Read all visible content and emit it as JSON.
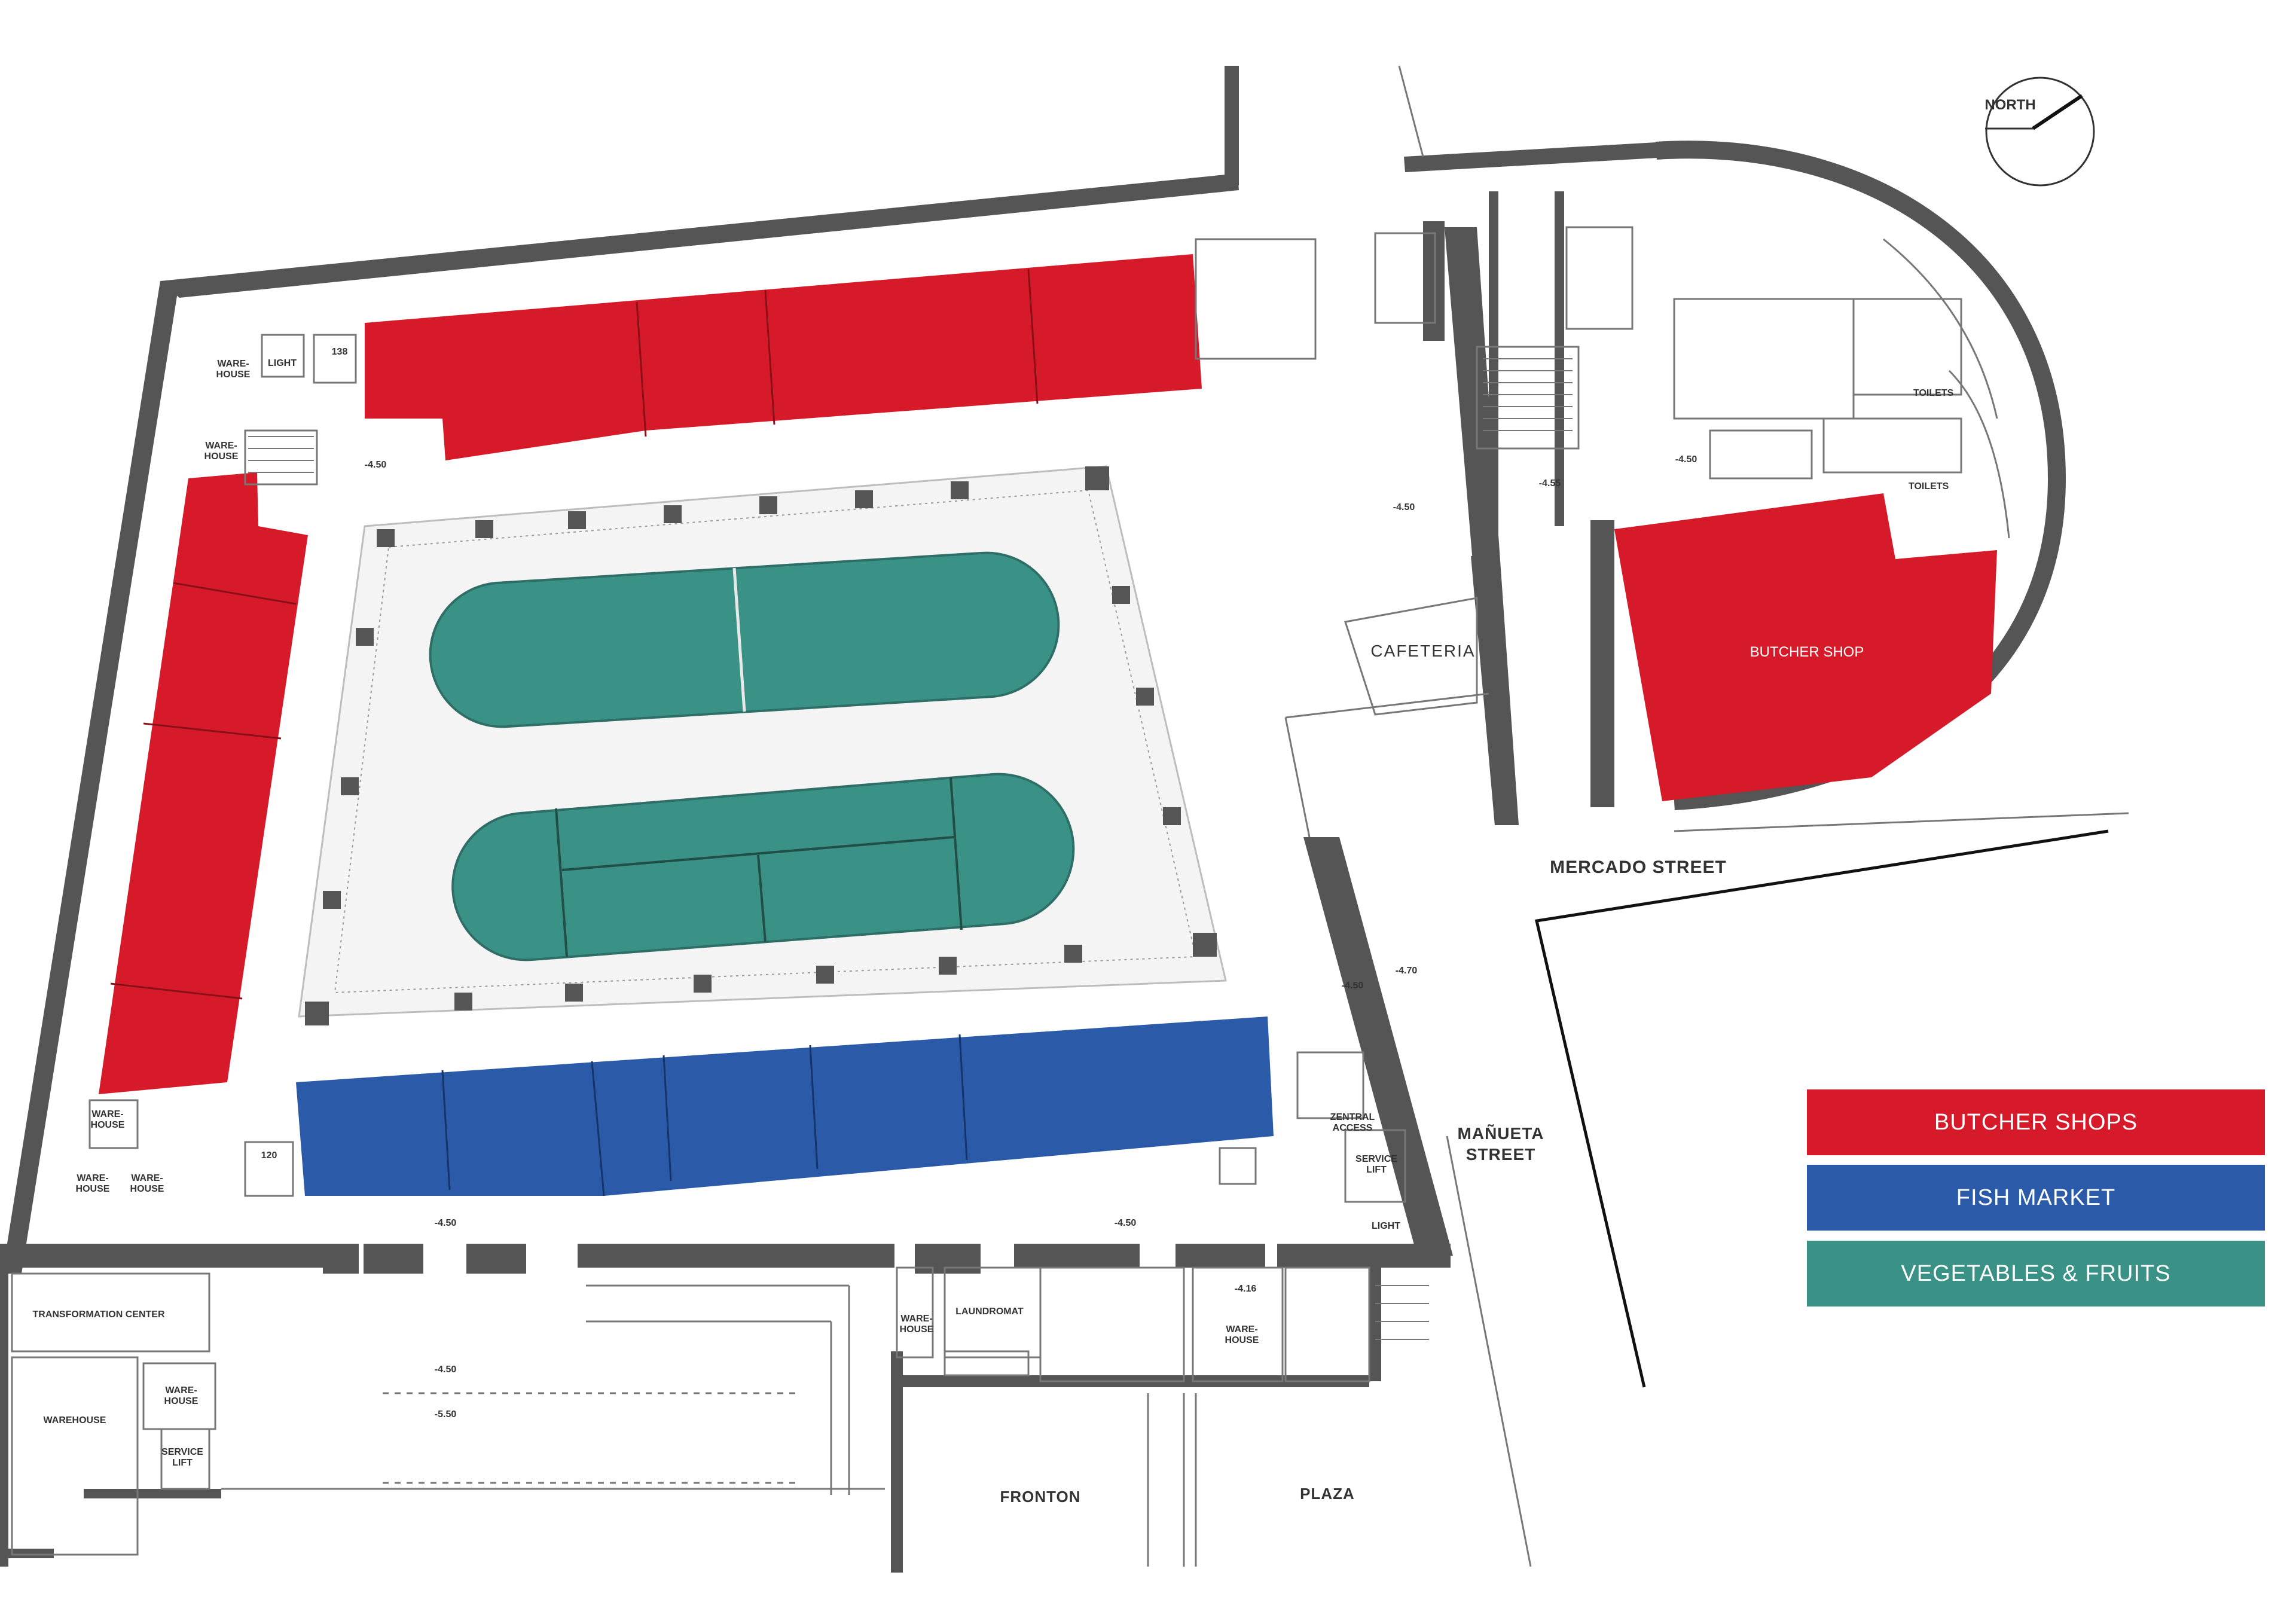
{
  "colors": {
    "butcher": "#d71a2a",
    "fish": "#2b5ba8",
    "vegetables": "#3a9186",
    "wall": "#555555"
  },
  "north": "NORTH",
  "labels": {
    "cafeteria": "CAFETERIA",
    "butcher_shop": "BUTCHER SHOP",
    "toilets": "TOILETS",
    "mercado_street": "MERCADO STREET",
    "manueta_l1": "MAÑUETA",
    "manueta_l2": "STREET",
    "warehouse": "WAREHOUSE",
    "ware": "WARE-",
    "house": "HOUSE",
    "light": "LIGHT",
    "transformation_center": "TRANSFORMATION CENTER",
    "service": "SERVICE",
    "lift": "LIFT",
    "zentral": "ZENTRAL",
    "access": "ACCESS",
    "laundromat": "LAUNDROMAT",
    "fronton": "FRONTON",
    "plaza": "PLAZA"
  },
  "levels": {
    "l450": "-4.50",
    "l455": "-4.55",
    "l470": "-4.70",
    "l416": "-4.16",
    "l550": "-5.50",
    "n138": "138",
    "n120": "120"
  },
  "legend": [
    {
      "label": "BUTCHER SHOPS"
    },
    {
      "label": "FISH MARKET"
    },
    {
      "label": "VEGETABLES & FRUITS"
    }
  ]
}
